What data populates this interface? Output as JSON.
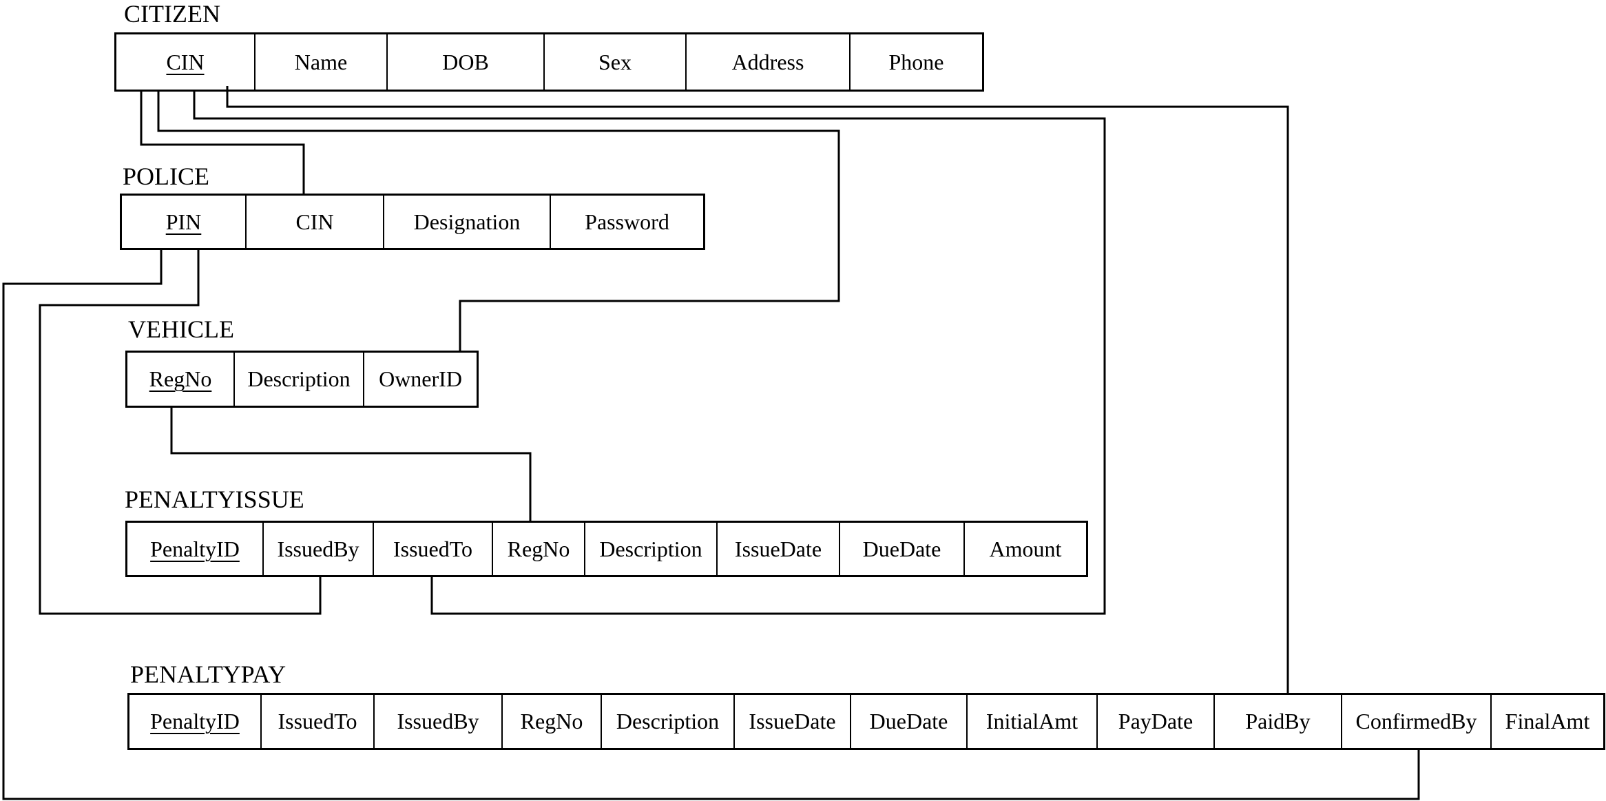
{
  "tables": {
    "citizen": {
      "name": "CITIZEN",
      "columns": [
        {
          "label": "CIN",
          "pk": true
        },
        {
          "label": "Name"
        },
        {
          "label": "DOB"
        },
        {
          "label": "Sex"
        },
        {
          "label": "Address"
        },
        {
          "label": "Phone"
        }
      ]
    },
    "police": {
      "name": "POLICE",
      "columns": [
        {
          "label": "PIN",
          "pk": true
        },
        {
          "label": "CIN"
        },
        {
          "label": "Designation"
        },
        {
          "label": "Password"
        }
      ]
    },
    "vehicle": {
      "name": "VEHICLE",
      "columns": [
        {
          "label": "RegNo",
          "pk": true
        },
        {
          "label": "Description"
        },
        {
          "label": "OwnerID"
        }
      ]
    },
    "penaltyissue": {
      "name": "PENALTYISSUE",
      "columns": [
        {
          "label": "PenaltyID",
          "pk": true
        },
        {
          "label": "IssuedBy"
        },
        {
          "label": "IssuedTo"
        },
        {
          "label": "RegNo"
        },
        {
          "label": "Description"
        },
        {
          "label": "IssueDate"
        },
        {
          "label": "DueDate"
        },
        {
          "label": "Amount"
        }
      ]
    },
    "penaltypay": {
      "name": "PENALTYPAY",
      "columns": [
        {
          "label": "PenaltyID",
          "pk": true
        },
        {
          "label": "IssuedTo"
        },
        {
          "label": "IssuedBy"
        },
        {
          "label": "RegNo"
        },
        {
          "label": "Description"
        },
        {
          "label": "IssueDate"
        },
        {
          "label": "DueDate"
        },
        {
          "label": "InitialAmt"
        },
        {
          "label": "PayDate"
        },
        {
          "label": "PaidBy"
        },
        {
          "label": "ConfirmedBy"
        },
        {
          "label": "FinalAmt"
        }
      ]
    }
  }
}
